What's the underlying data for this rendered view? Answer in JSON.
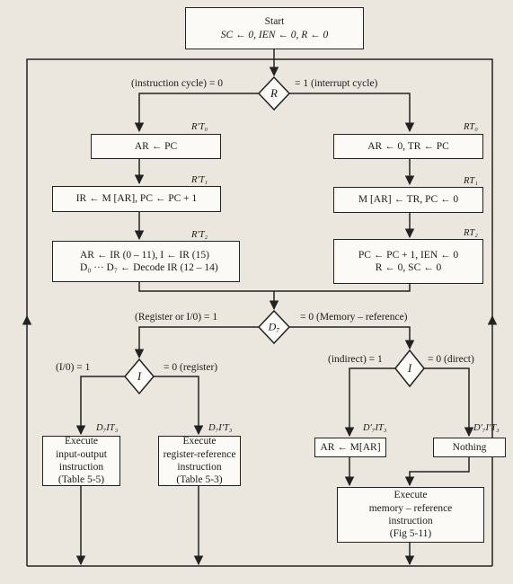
{
  "start": {
    "title": "Start",
    "line": "SC ← 0, IEN ← 0, R ← 0"
  },
  "decision_r": {
    "symbol": "R",
    "left_label": "(instruction cycle)  = 0",
    "right_label": "= 1  (interrupt cycle)"
  },
  "instruction_cycle": {
    "t0": {
      "timing": "R′T₀",
      "text": "AR ← PC"
    },
    "t1": {
      "timing": "R′T₁",
      "text": "IR ← M [AR],  PC ← PC + 1"
    },
    "t2": {
      "timing": "R′T₂",
      "line1": "AR ← IR (0 – 11),  I ← IR (15)",
      "line2": "D₀ ··· D₇ ← Decode IR (12 – 14)"
    }
  },
  "interrupt_cycle": {
    "t0": {
      "timing": "RT₀",
      "text": "AR ← 0, TR ← PC"
    },
    "t1": {
      "timing": "RT₁",
      "text": "M [AR] ← TR,  PC ← 0"
    },
    "t2": {
      "timing": "RT₂",
      "line1": "PC ← PC + 1,  IEN ← 0",
      "line2": "R ← 0,  SC ← 0"
    }
  },
  "decision_d7": {
    "symbol": "D₇",
    "left_label": "(Register or I/0)  = 1",
    "right_label": "= 0  (Memory – reference)"
  },
  "decision_i_left": {
    "symbol": "I",
    "left_label": "(I/0)  = 1",
    "right_label": "= 0  (register)"
  },
  "decision_i_right": {
    "symbol": "I",
    "left_label": "(indirect)  = 1",
    "right_label": "= 0  (direct)"
  },
  "io_exec": {
    "timing": "D₇IT₃",
    "line1": "Execute",
    "line2": "input-output",
    "line3": "instruction",
    "line4": "(Table 5-5)"
  },
  "reg_exec": {
    "timing": "D₇I′T₃",
    "line1": "Execute",
    "line2": "register-reference",
    "line3": "instruction",
    "line4": "(Table 5-3)"
  },
  "indirect_box": {
    "timing": "D′₇IT₃",
    "text": "AR ← M[AR]"
  },
  "direct_box": {
    "timing": "D′₇I′T₃",
    "text": "Nothing"
  },
  "mem_exec": {
    "line1": "Execute",
    "line2": "memory – reference",
    "line3": "instruction",
    "line4": "(Fig 5-11)"
  }
}
